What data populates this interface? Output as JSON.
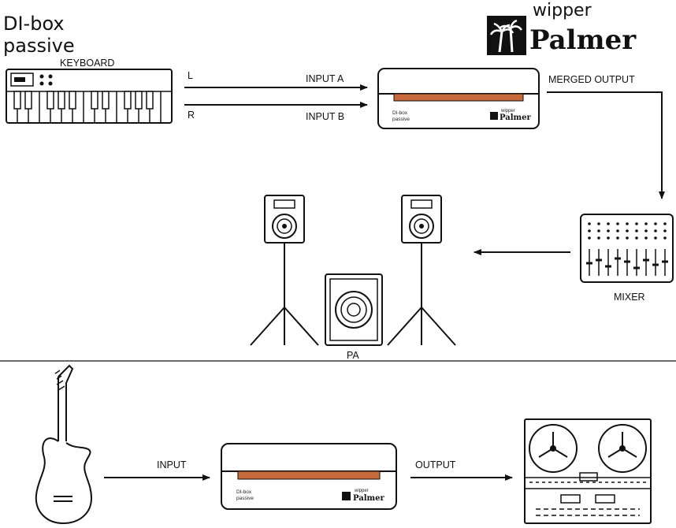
{
  "title": {
    "line1": "DI-box",
    "line2": "passive"
  },
  "brand": {
    "top": "wipper",
    "name": "Palmer"
  },
  "top_section": {
    "keyboard_label": "KEYBOARD",
    "channel_left": "L",
    "channel_right": "R",
    "input_a": "INPUT A",
    "input_b": "INPUT B",
    "merged_output": "MERGED OUTPUT",
    "mixer_label": "MIXER",
    "pa_label": "PA",
    "dibox": {
      "line1": "DI-box",
      "line2": "passive",
      "brand_top": "wipper",
      "brand_name": "Palmer"
    }
  },
  "bottom_section": {
    "input": "INPUT",
    "output": "OUTPUT",
    "dibox": {
      "line1": "DI-box",
      "line2": "passive",
      "brand_top": "wipper",
      "brand_name": "Palmer"
    }
  },
  "colors": {
    "accent_stripe": "#c96a3c",
    "line": "#111111"
  },
  "icons": [
    "keyboard-icon",
    "di-box-icon",
    "mixer-icon",
    "speaker-icon",
    "subwoofer-icon",
    "guitar-icon",
    "tape-recorder-icon",
    "palm-tree-logo"
  ]
}
